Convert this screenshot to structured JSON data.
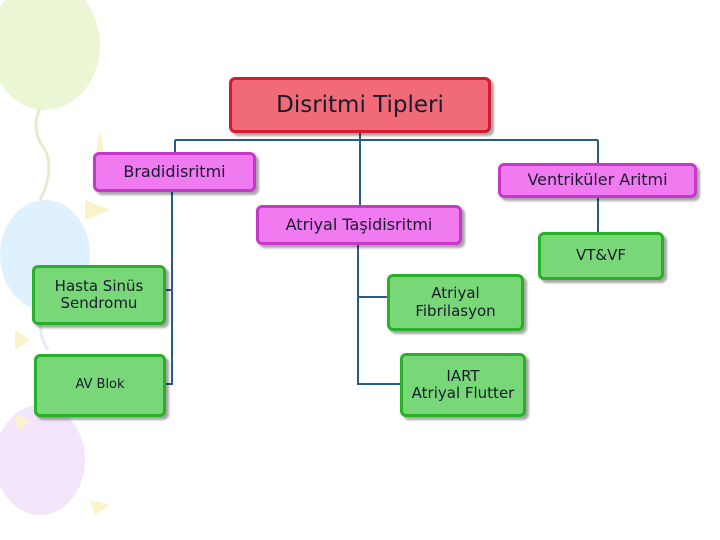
{
  "diagram": {
    "root": {
      "label": "Disritmi Tipleri"
    },
    "branches": {
      "bradi": {
        "label": "Bradidisritmi"
      },
      "ventrikuler": {
        "label": "Ventriküler Aritmi"
      },
      "atriyal": {
        "label": "Atriyal Taşidisritmi"
      }
    },
    "leaves": {
      "hasta": {
        "label": "Hasta Sinüs\nSendromu"
      },
      "avblok": {
        "label": "AV Blok"
      },
      "vtvf": {
        "label": "VT&VF"
      },
      "fibrilasyon": {
        "label": "Atriyal\nFibrilasyon"
      },
      "iart": {
        "label": "IART\nAtriyal Flutter"
      }
    },
    "colors": {
      "root_fill": "#f06a78",
      "root_border": "#d81a30",
      "branch_fill": "#f07af0",
      "branch_border": "#c838c8",
      "leaf_fill": "#78d878",
      "leaf_border": "#28b028",
      "connector": "#2a5a8a"
    }
  }
}
